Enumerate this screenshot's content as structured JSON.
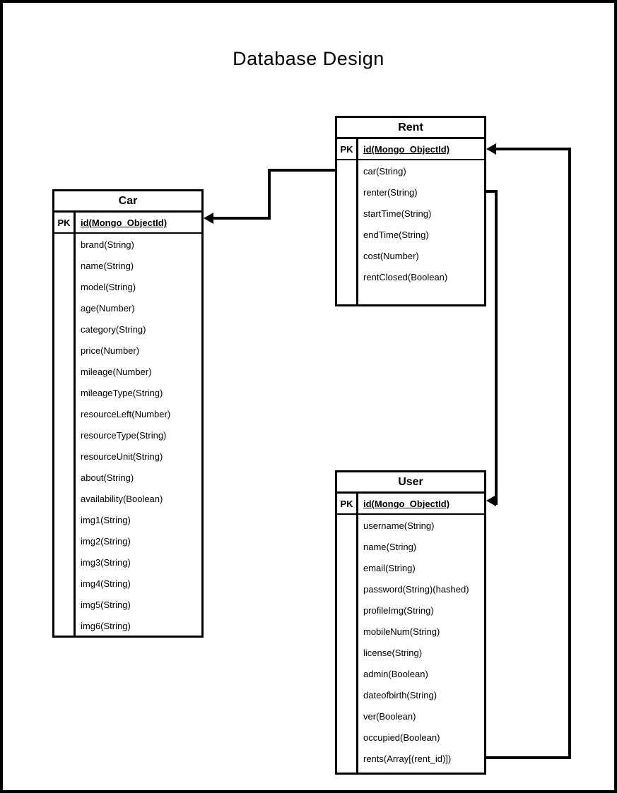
{
  "title": "Database Design",
  "colors": {
    "background": "#ffffff",
    "line": "#000000",
    "text": "#000000"
  },
  "tables": [
    {
      "name": "Car",
      "pk_label": "PK",
      "pk_field": "id(Mongo_ObjectId)",
      "fields": [
        "brand(String)",
        "name(String)",
        "model(String)",
        "age(Number)",
        "category(String)",
        "price(Number)",
        "mileage(Number)",
        "mileageType(String)",
        "resourceLeft(Number)",
        "resourceType(String)",
        "resourceUnit(String)",
        "about(String)",
        "availability(Boolean)",
        "img1(String)",
        "img2(String)",
        "img3(String)",
        "img4(String)",
        "img5(String)",
        "img6(String)"
      ]
    },
    {
      "name": "Rent",
      "pk_label": "PK",
      "pk_field": "id(Mongo_ObjectId)",
      "fields": [
        "car(String)",
        "renter(String)",
        "startTime(String)",
        "endTime(String)",
        "cost(Number)",
        "rentClosed(Boolean)"
      ]
    },
    {
      "name": "User",
      "pk_label": "PK",
      "pk_field": "id(Mongo_ObjectId)",
      "fields": [
        "username(String)",
        "name(String)",
        "email(String)",
        "password(String)(hashed)",
        "profileImg(String)",
        "mobileNum(String)",
        "license(String)",
        "admin(Boolean)",
        "dateofbirth(String)",
        "ver(Boolean)",
        "occupied(Boolean)",
        "rents(Array[(rent_id)])"
      ]
    }
  ],
  "relationships": [
    {
      "from": "Rent.car",
      "to": "Car.id"
    },
    {
      "from": "Rent.renter",
      "to": "User.id"
    },
    {
      "from": "User.rents",
      "to": "Rent.id"
    }
  ]
}
